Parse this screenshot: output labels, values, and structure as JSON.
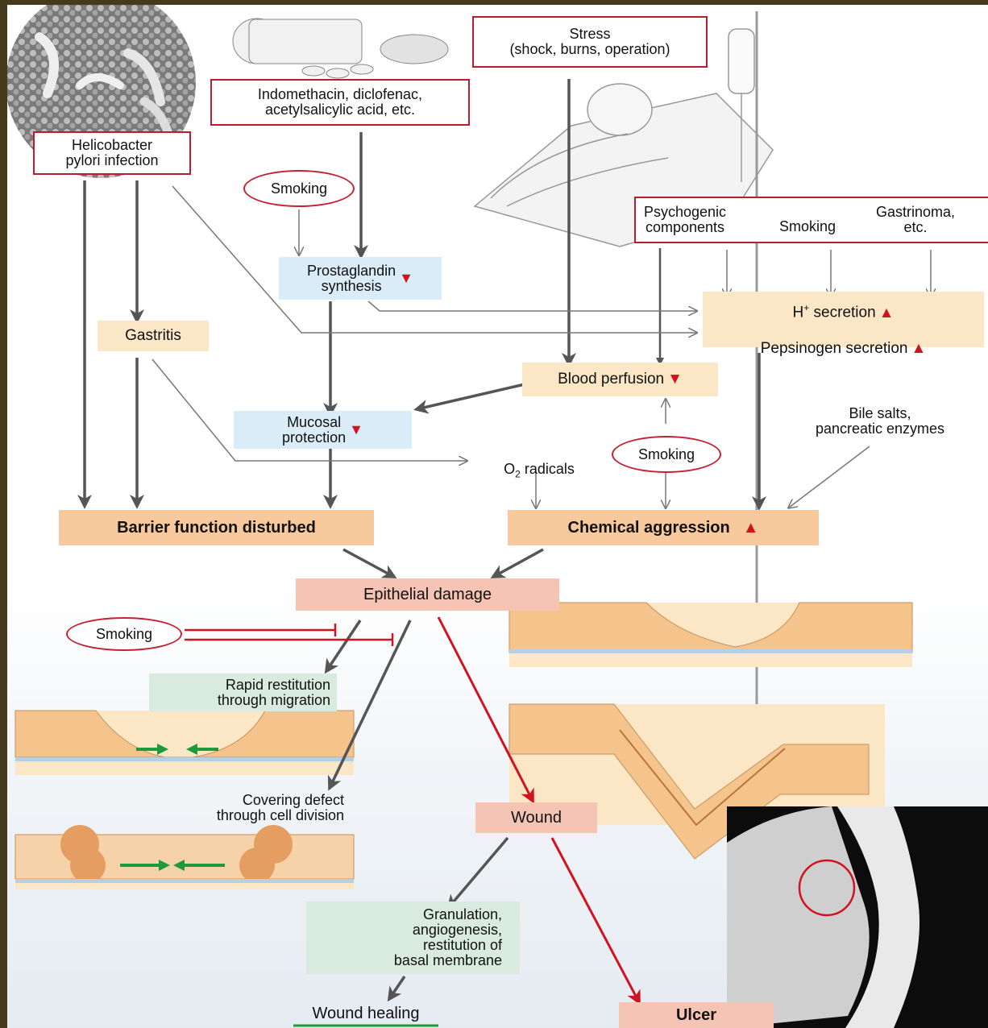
{
  "nodes": {
    "hpylori": "Helicobacter\npylori infection",
    "nsaid": "Indomethacin, diclofenac,\nacetylsalicylic acid, etc.",
    "stress": "Stress\n(shock, burns, operation)",
    "smoking_top": "Smoking",
    "prostaglandin": "Prostaglandin\nsynthesis",
    "psychogenic": "Psychogenic\ncomponents",
    "smoking_psy": "Smoking",
    "gastrinoma": "Gastrinoma,\netc.",
    "h_secretion_pre": "H",
    "h_secretion_sup": "+",
    "h_secretion_post": " secretion",
    "pepsinogen": "Pepsinogen secretion",
    "gastritis": "Gastritis",
    "blood_perfusion": "Blood perfusion",
    "mucosal": "Mucosal\nprotection",
    "bile": "Bile salts,\npancreatic enzymes",
    "o2_pre": "O",
    "o2_sub": "2",
    "o2_post": " radicals",
    "smoking_mid": "Smoking",
    "barrier": "Barrier function disturbed",
    "chemical": "Chemical aggression",
    "epithelial": "Epithelial damage",
    "smoking_low": "Smoking",
    "rapid": "Rapid restitution\nthrough migration",
    "covering": "Covering defect\nthrough cell division",
    "wound": "Wound",
    "granulation": "Granulation,\nangiogenesis,\nrestitution of\nbasal membrane",
    "wound_healing": "Wound healing",
    "ulcer": "Ulcer"
  },
  "icons": {
    "up_arrow": "▲",
    "down_arrow": "▼"
  },
  "colors": {
    "red_accent": "#d0131f",
    "arrow_gray": "#555555",
    "green_arrow": "#1f9a3a"
  }
}
